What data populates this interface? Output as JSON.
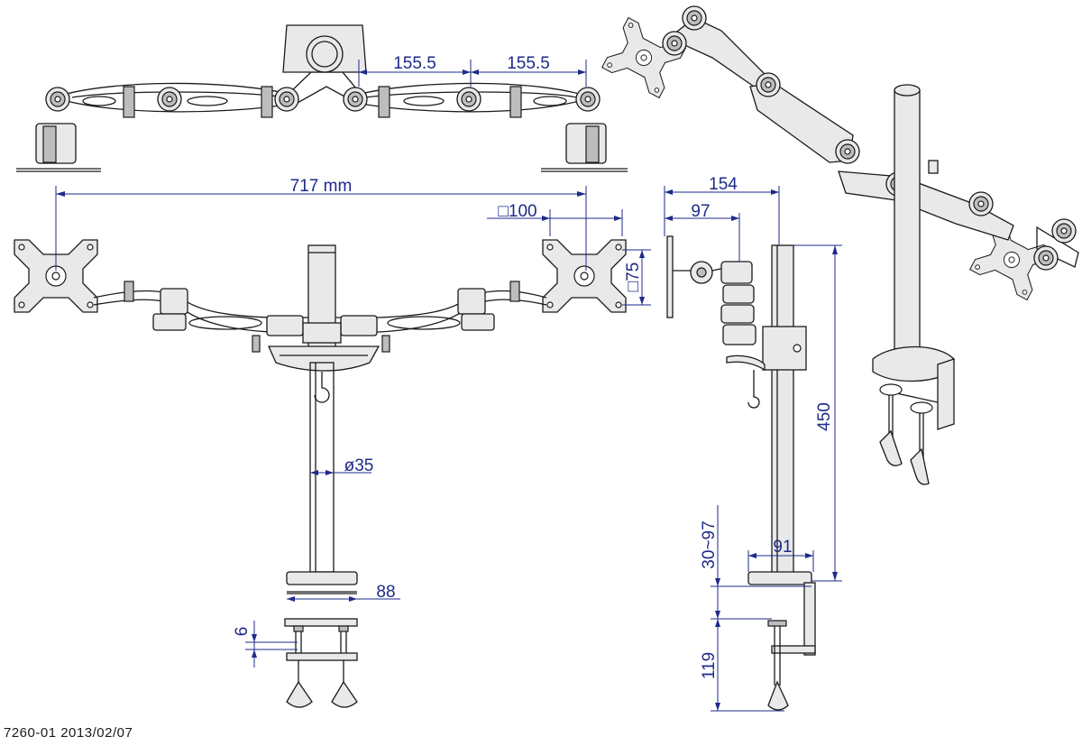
{
  "dimensions": {
    "arm_segment_left": "155.5",
    "arm_segment_right": "155.5",
    "total_width": "717 mm",
    "vesa_100": "□100",
    "vesa_75": "□75",
    "pole_diameter": "ø35",
    "clamp_width": "88",
    "clamp_jaw": "6",
    "side_reach": "154",
    "side_reach_inner": "97",
    "pole_height": "450",
    "desk_thickness": "30~97",
    "base_width": "91",
    "clamp_height": "119"
  },
  "footer": {
    "label": "7260-01 2013/02/07"
  },
  "icons": [
    "vesa-plate-icon",
    "pole-icon",
    "desk-clamp-icon",
    "cable-hook-icon",
    "arm-joint-icon"
  ]
}
